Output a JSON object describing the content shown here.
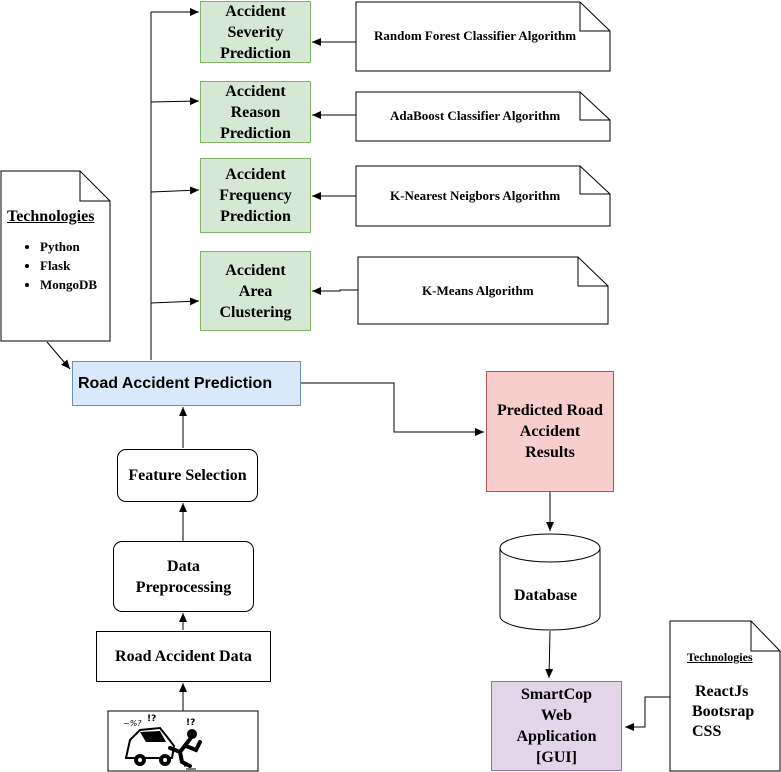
{
  "predictions": [
    {
      "label": "Accident Severity Prediction",
      "lines": [
        "Accident",
        "Severity",
        "Prediction"
      ],
      "algorithm": "Random Forest Classifier Algorithm"
    },
    {
      "label": "Accident Reason Prediction",
      "lines": [
        "Accident",
        "Reason",
        "Prediction"
      ],
      "algorithm": "AdaBoost Classifier Algorithm"
    },
    {
      "label": "Accident Frequency Prediction",
      "lines": [
        "Accident",
        "Frequency",
        "Prediction"
      ],
      "algorithm": "K-Nearest Neigbors Algorithm"
    },
    {
      "label": "Accident Area Clustering",
      "lines": [
        "Accident",
        "Area",
        "Clustering"
      ],
      "algorithm": "K-Means Algorithm"
    }
  ],
  "backend_tech": {
    "title": "Technologies",
    "items": [
      "Python",
      "Flask",
      "MongoDB"
    ]
  },
  "pipeline": {
    "main": "Road Accident Prediction",
    "feature_selection": "Feature Selection",
    "preprocessing": [
      "Data",
      "Preprocessing"
    ],
    "data": "Road Accident Data"
  },
  "results": [
    "Predicted Road",
    "Accident",
    "Results"
  ],
  "database": "Database",
  "web_app": [
    "SmartCop",
    "Web",
    "Application",
    "[GUI]"
  ],
  "frontend_tech": {
    "title": "Technologies",
    "items": [
      "ReactJs",
      "Bootsrap",
      "CSS"
    ]
  },
  "colors": {
    "green_fill": "#d5e8d4",
    "green_border": "#82b366",
    "blue_fill": "#dae8fc",
    "blue_border": "#6c8ebf",
    "red_fill": "#f8cecc",
    "red_border": "#b85450",
    "purple_fill": "#e1d5e7",
    "purple_border": "#9673a6"
  }
}
